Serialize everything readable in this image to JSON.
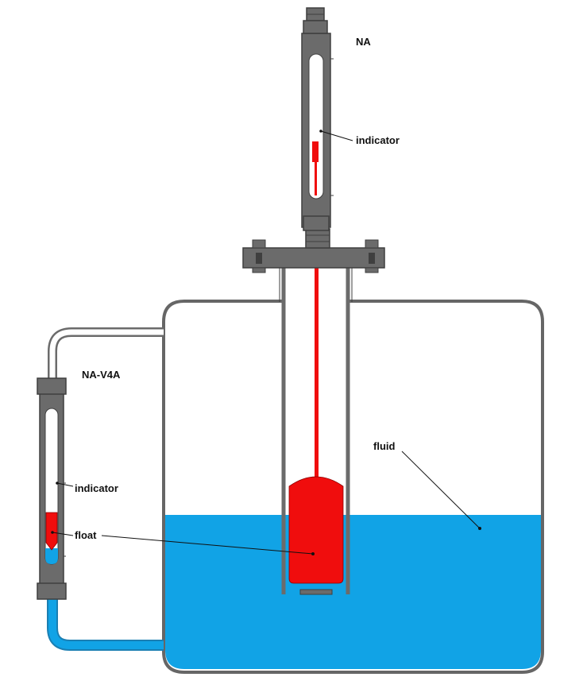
{
  "labels": {
    "na": "NA",
    "na_v4a": "NA-V4A",
    "indicator_top": "indicator",
    "indicator_left": "indicator",
    "float": "float",
    "fluid": "fluid"
  },
  "colors": {
    "fluid": "#11a3e6",
    "float": "#f00d0d",
    "metal": "#6b6b6b",
    "metal_dark": "#3f3f3f",
    "tank_wall": "#666666"
  }
}
